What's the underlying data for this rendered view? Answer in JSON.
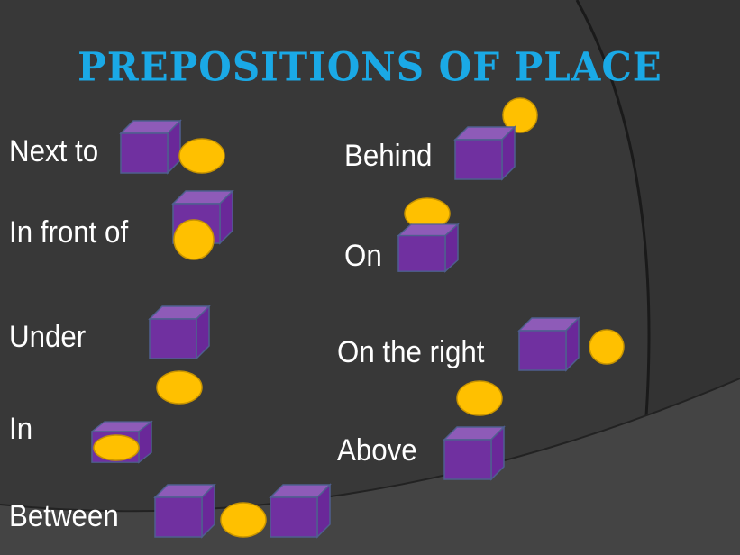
{
  "title": "PREPOSITIONS OF PLACE",
  "labels": {
    "next_to": "Next to",
    "in_front_of": "In front of",
    "under": "Under",
    "in": "In",
    "between": "Between",
    "behind": "Behind",
    "on": "On",
    "on_the_right": "On the right",
    "above": "Above"
  },
  "colors": {
    "background": "#383838",
    "title": "#1aa9e6",
    "cube": "#7030a0",
    "ball": "#ffc000"
  }
}
